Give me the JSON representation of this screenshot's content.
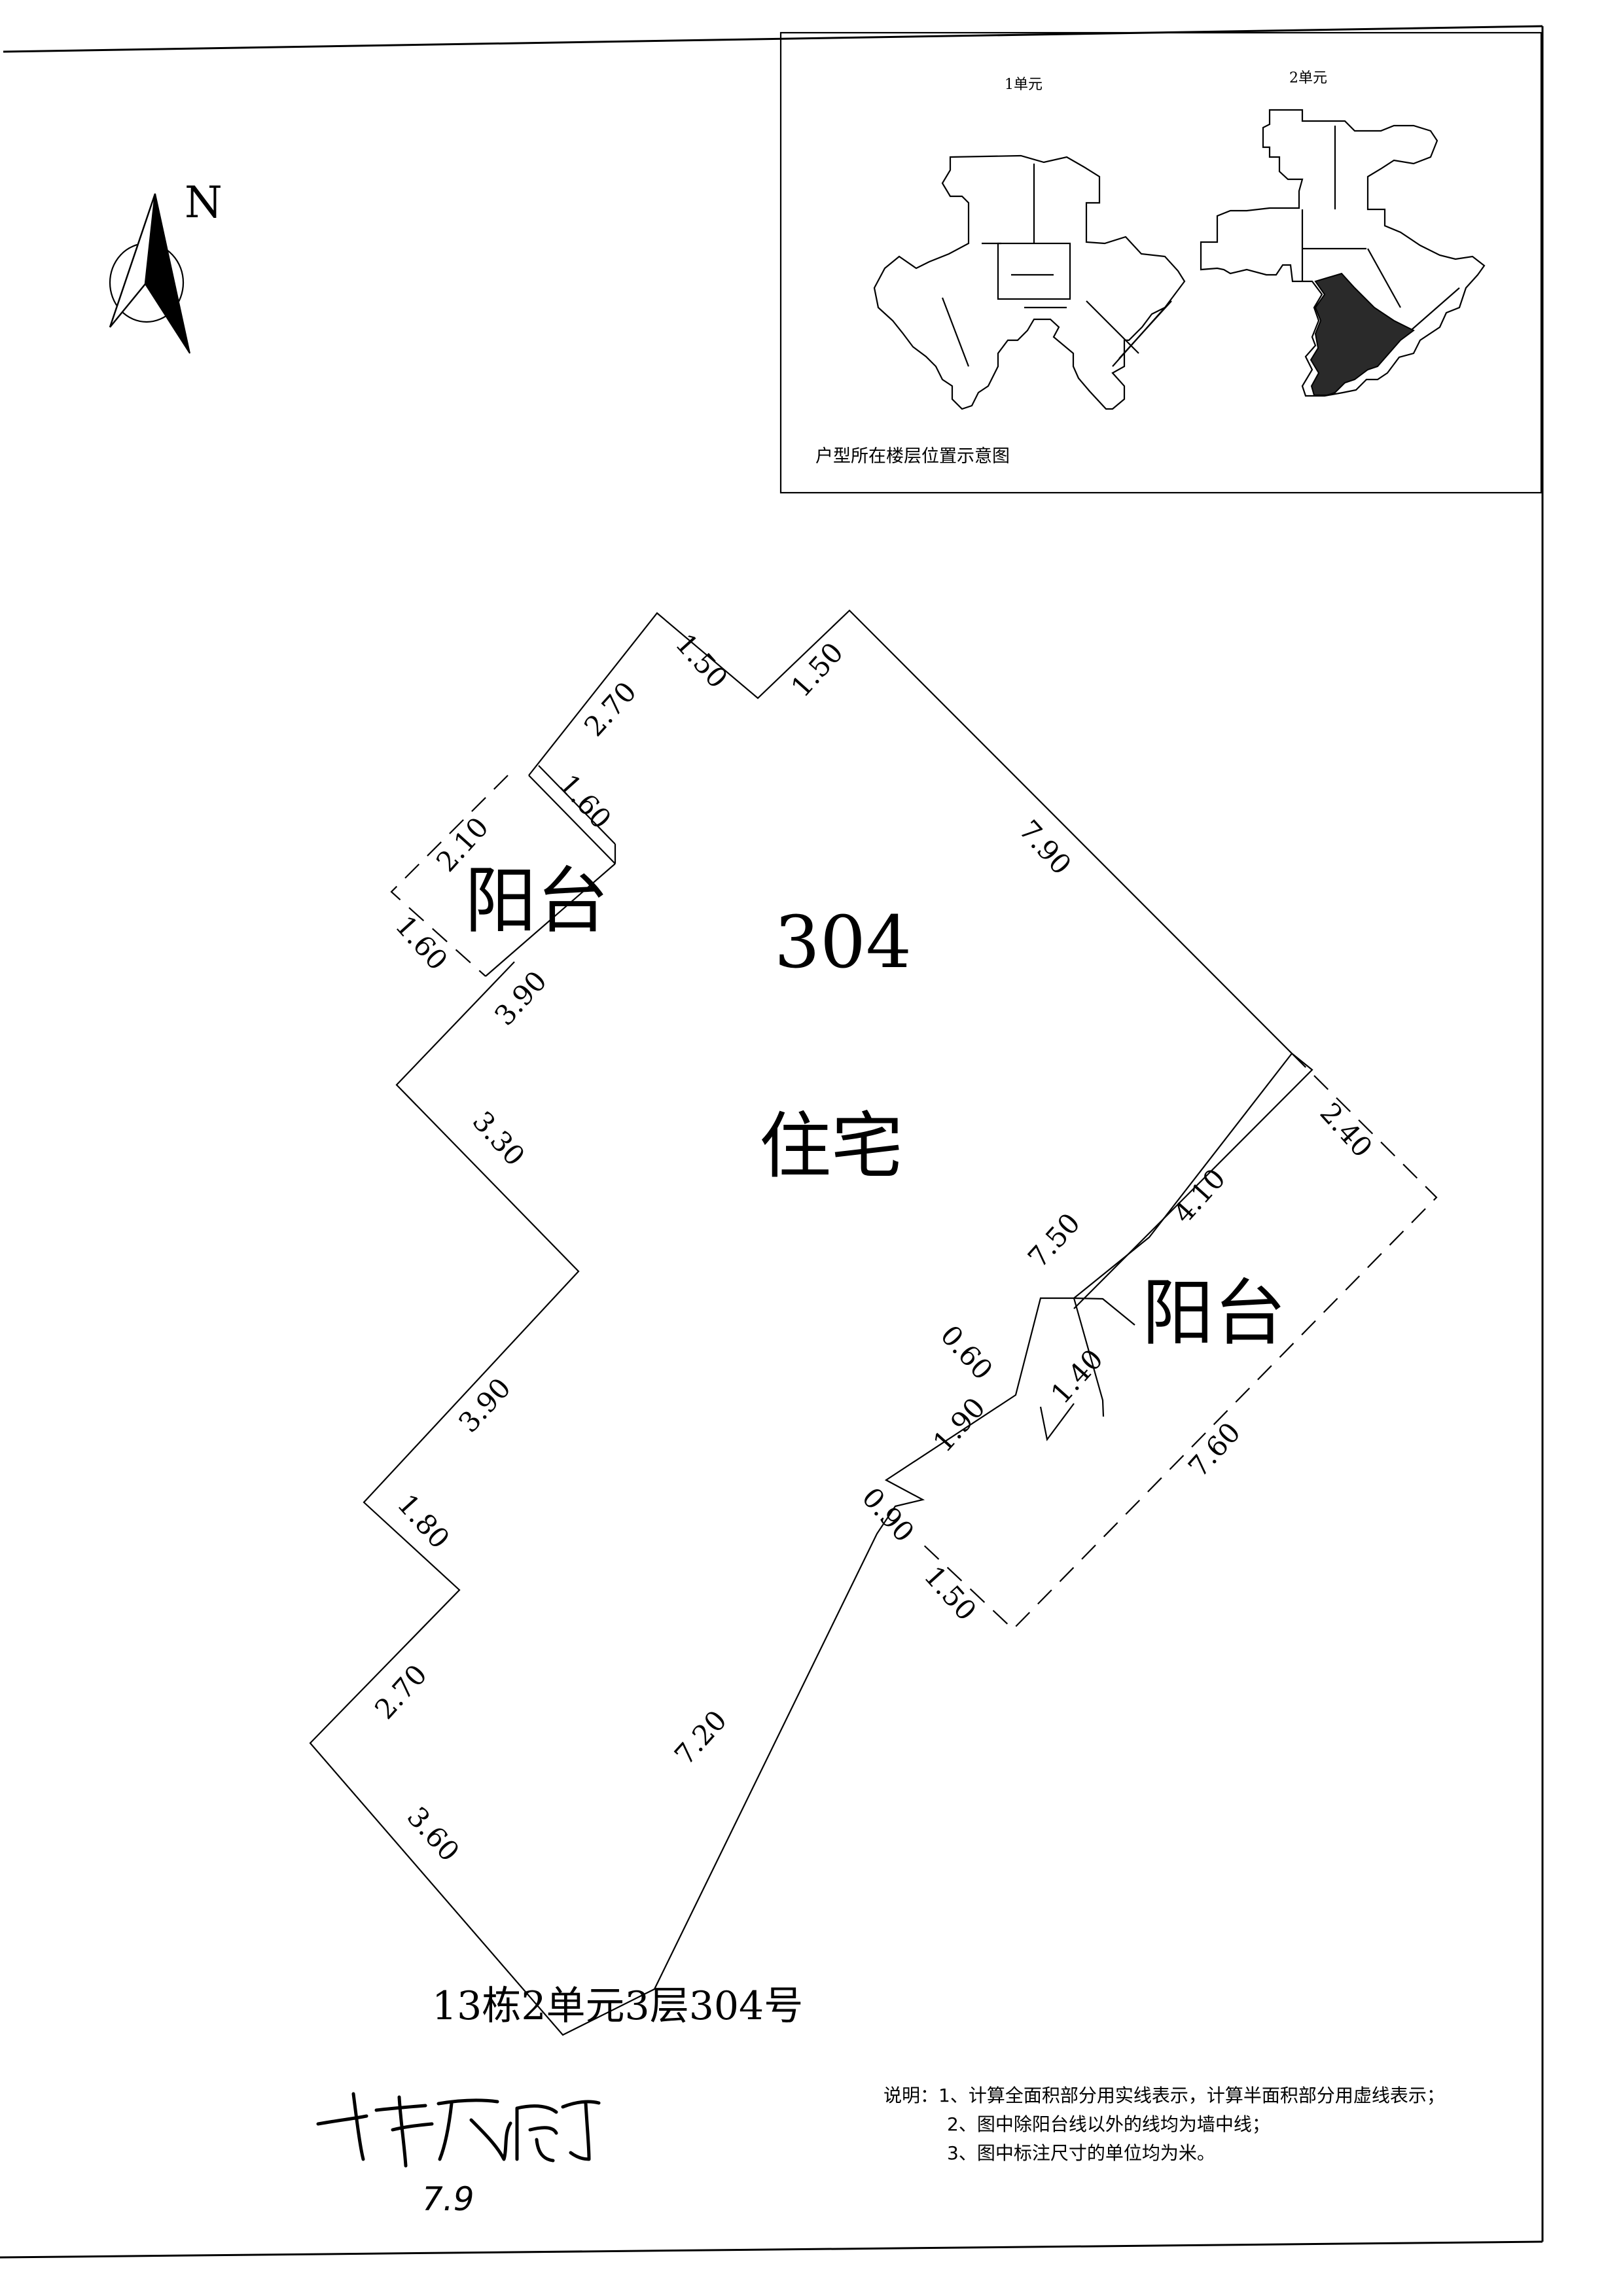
{
  "north": {
    "label": "N"
  },
  "inset": {
    "unit1_label": "1单元",
    "unit2_label": "2单元",
    "caption": "户型所在楼层位置示意图"
  },
  "plan": {
    "room_number": "304",
    "room_use": "住宅",
    "balcony_left": "阳台",
    "balcony_right": "阳台",
    "dims": {
      "d1": "1.50",
      "d2": "1.50",
      "d3": "2.70",
      "d4": "1.60",
      "d5": "2.10",
      "d6": "1.60",
      "d7": "3.90",
      "d8": "7.90",
      "d9": "3.30",
      "d10": "2.40",
      "d11": "4.10",
      "d12": "7.50",
      "d13": "0.60",
      "d14": "1.40",
      "d15": "1.90",
      "d16": "3.90",
      "d17": "7.60",
      "d18": "0.90",
      "d19": "1.80",
      "d20": "1.50",
      "d21": "2.70",
      "d22": "7.20",
      "d23": "3.60"
    }
  },
  "address": "13栋2单元3层304号",
  "notes": {
    "line1": "说明：1、计算全面积部分用实线表示，计算半面积部分用虚线表示；",
    "line2": "2、图中除阳台线以外的线均为墙中线；",
    "line3": "3、图中标注尺寸的单位均为米。"
  },
  "signature": {
    "date": "7.9"
  }
}
